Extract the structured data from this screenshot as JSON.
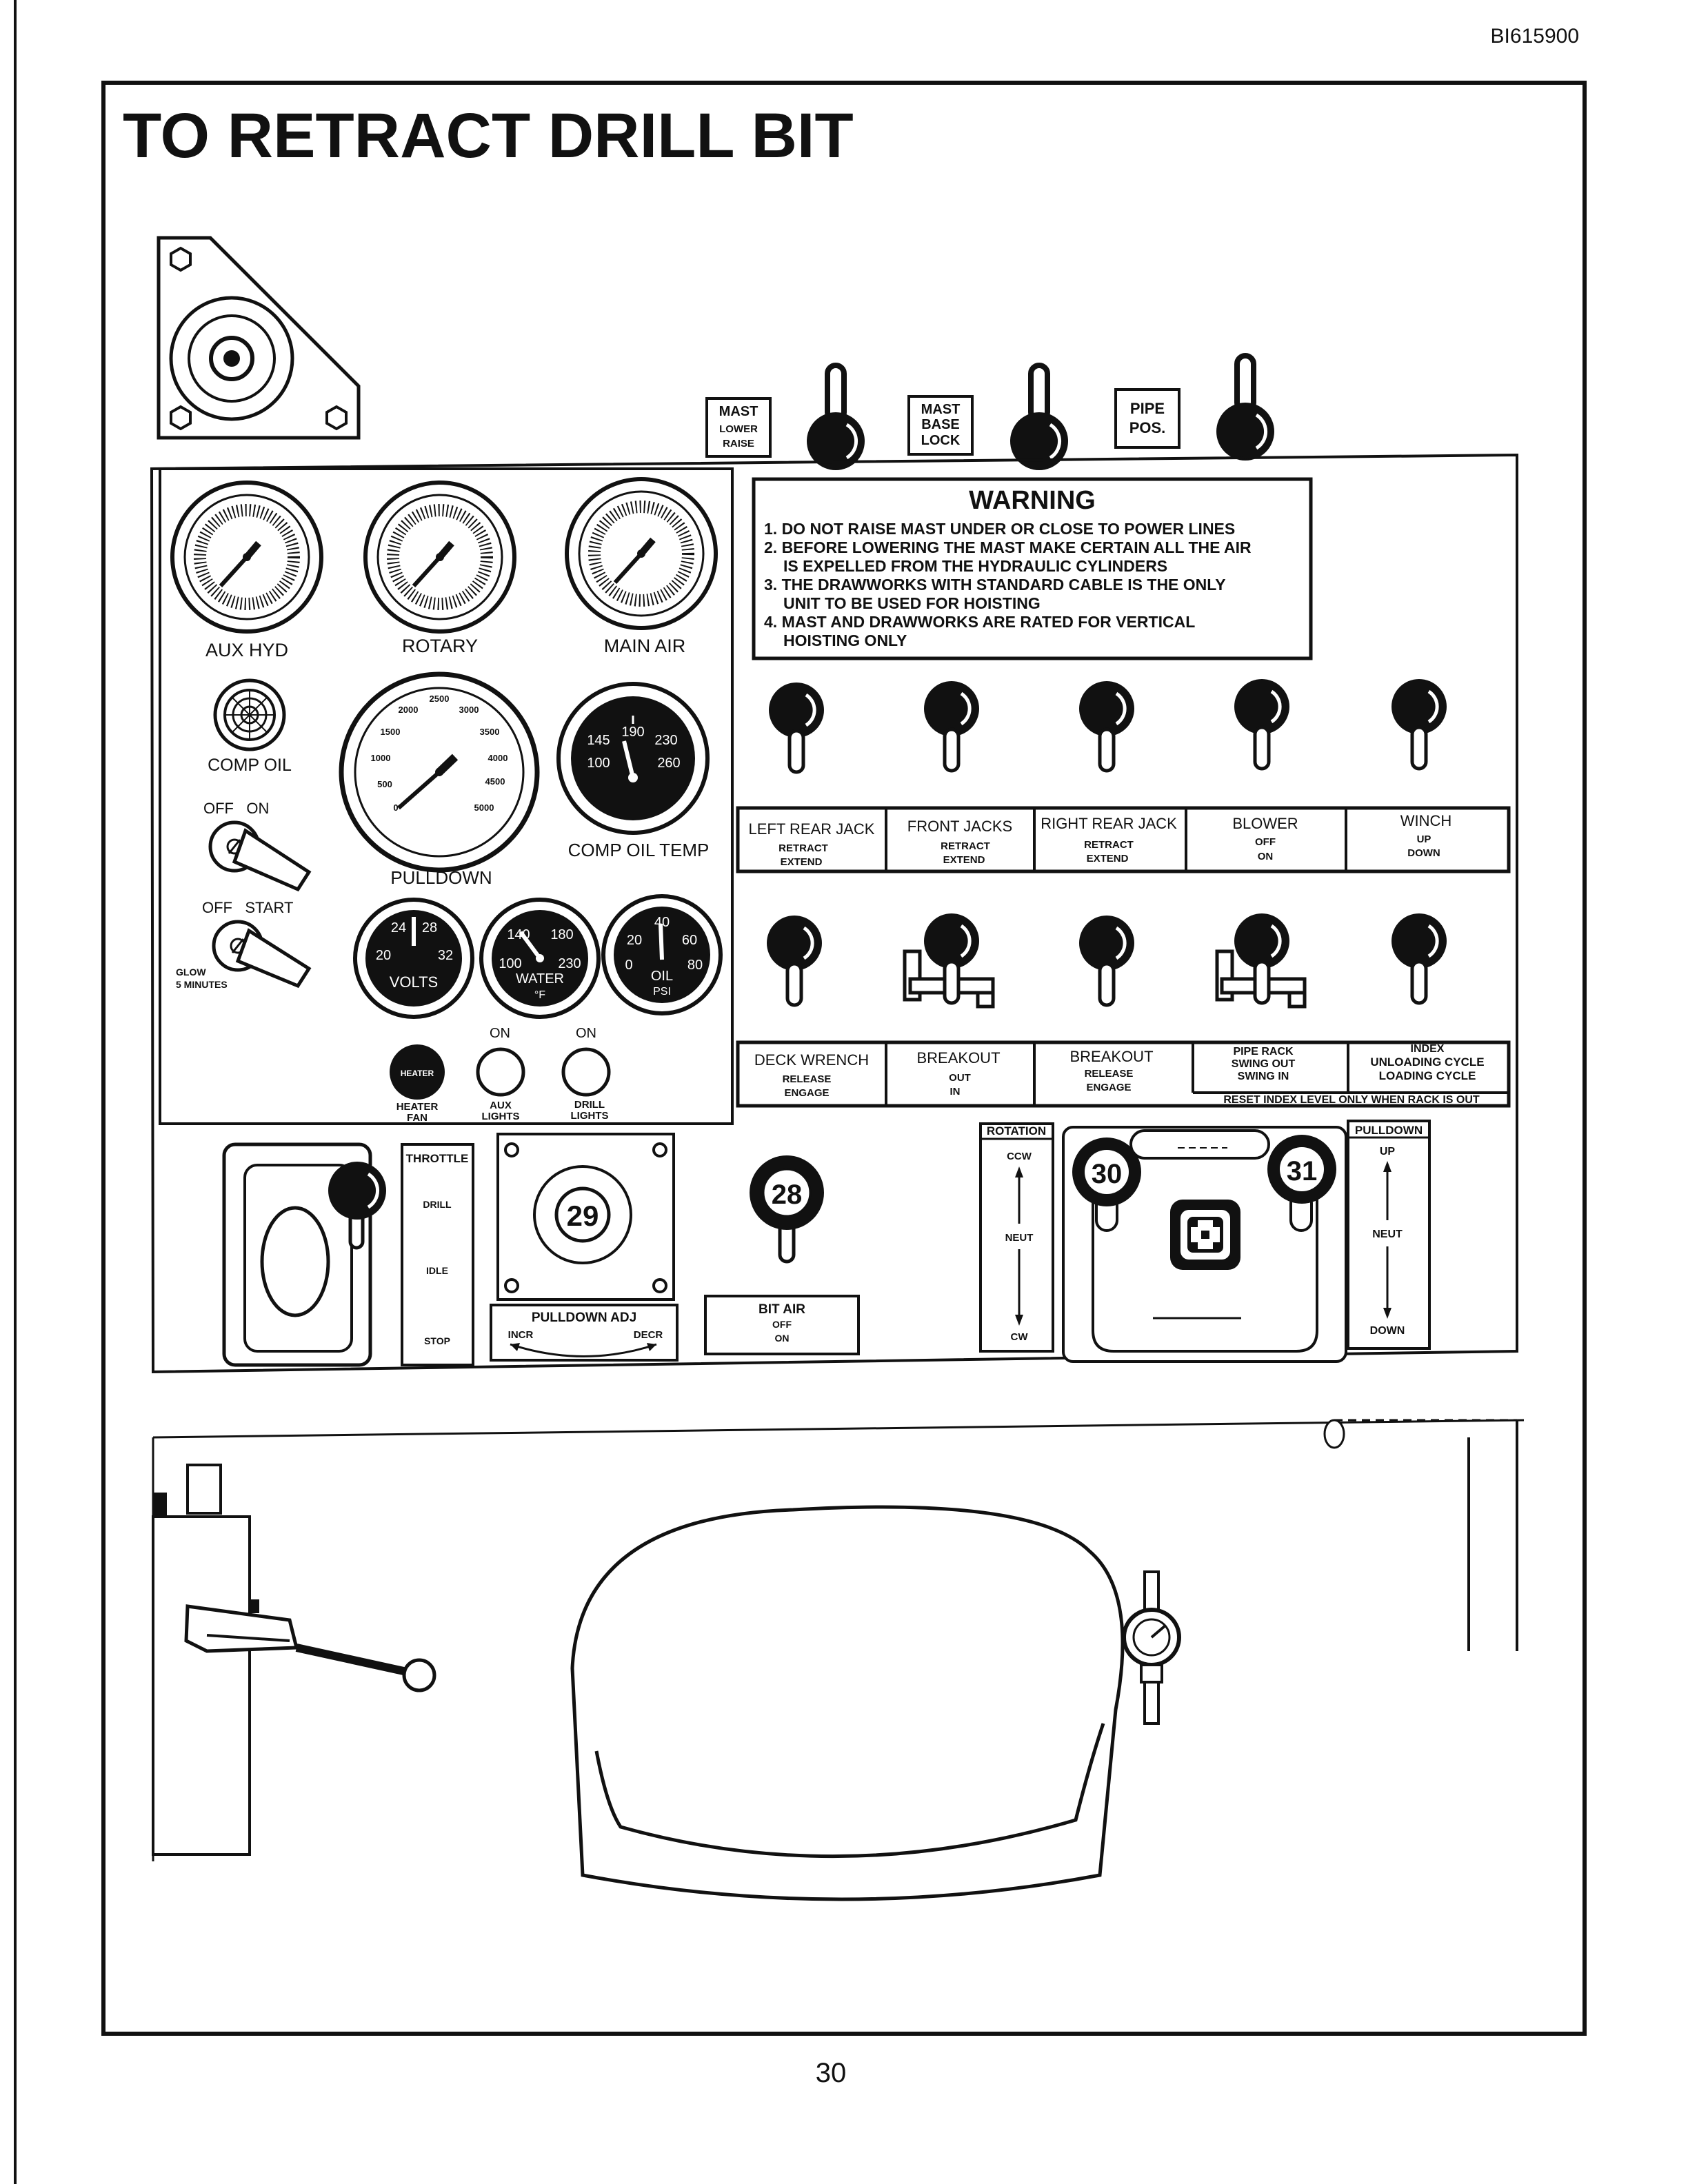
{
  "doc_id": "BI615900",
  "title": "TO RETRACT DRILL BIT",
  "page_number": "30",
  "top_levers": [
    {
      "lines": [
        "MAST",
        "LOWER",
        "RAISE"
      ]
    },
    {
      "lines": [
        "MAST",
        "BASE",
        "LOCK"
      ]
    },
    {
      "lines": [
        "PIPE",
        "POS."
      ]
    }
  ],
  "gauges": {
    "aux_hyd": "AUX HYD",
    "rotary": "ROTARY",
    "main_air": "MAIN AIR",
    "comp_oil": "COMP OIL",
    "pulldown": "PULLDOWN",
    "pulldown_ticks": [
      "2500",
      "2000",
      "3000",
      "1500",
      "3500",
      "1000",
      "4000",
      "500",
      "4500",
      "0",
      "5000"
    ],
    "comp_oil_temp": "COMP OIL TEMP",
    "comp_oil_temp_ticks": [
      "145",
      "190",
      "230",
      "100",
      "260"
    ],
    "volts": "VOLTS",
    "volts_ticks": [
      "24",
      "28",
      "20",
      "32"
    ],
    "water": "WATER",
    "water_unit": "°F",
    "water_ticks": [
      "140",
      "180",
      "100",
      "230"
    ],
    "oil": "OIL",
    "oil_unit": "PSI",
    "oil_ticks": [
      "40",
      "20",
      "60",
      "0",
      "80"
    ]
  },
  "switches": {
    "off_on": "OFF   ON",
    "off_start": "OFF   START",
    "glow": [
      "GLOW",
      "5 MINUTES"
    ]
  },
  "buttons": {
    "heater": "HEATER",
    "heater_fan": [
      "HEATER",
      "FAN"
    ],
    "on_1": "ON",
    "on_2": "ON",
    "aux_lights": [
      "AUX",
      "LIGHTS"
    ],
    "drill_lights": [
      "DRILL",
      "LIGHTS"
    ]
  },
  "warning": {
    "title": "WARNING",
    "lines": [
      "1. DO NOT RAISE MAST UNDER OR CLOSE TO POWER LINES",
      "2. BEFORE LOWERING THE MAST MAKE CERTAIN ALL THE AIR",
      "IS EXPELLED FROM THE HYDRAULIC CYLINDERS",
      "3. THE DRAWWORKS WITH STANDARD CABLE IS THE ONLY",
      "UNIT TO BE USED  FOR HOISTING",
      "4. MAST AND DRAWWORKS ARE RATED FOR VERTICAL",
      "HOISTING ONLY"
    ]
  },
  "lever_row1": [
    {
      "title": "LEFT REAR JACK",
      "sub": [
        "RETRACT",
        "EXTEND"
      ]
    },
    {
      "title": "FRONT JACKS",
      "sub": [
        "RETRACT",
        "EXTEND"
      ]
    },
    {
      "title": "RIGHT REAR JACK",
      "sub": [
        "RETRACT",
        "EXTEND"
      ]
    },
    {
      "title": "BLOWER",
      "sub": [
        "OFF",
        "ON"
      ]
    },
    {
      "title": "WINCH",
      "sub": [
        "UP",
        "DOWN"
      ]
    }
  ],
  "lever_row2": [
    {
      "title": "DECK WRENCH",
      "sub": [
        "RELEASE",
        "ENGAGE"
      ]
    },
    {
      "title": "BREAKOUT",
      "sub": [
        "OUT",
        "IN"
      ]
    },
    {
      "title": "BREAKOUT",
      "sub": [
        "RELEASE",
        "ENGAGE"
      ]
    },
    {
      "title": "PIPE RACK",
      "sub": [
        "SWING OUT",
        "SWING IN"
      ]
    },
    {
      "title": "INDEX",
      "sub": [
        "UNLOADING CYCLE",
        "LOADING CYCLE"
      ]
    }
  ],
  "reset_note": "RESET INDEX LEVEL ONLY WHEN RACK IS OUT",
  "throttle": {
    "title": "THROTTLE",
    "positions": [
      "DRILL",
      "IDLE",
      "STOP"
    ]
  },
  "pulldown_adj": {
    "title": "PULLDOWN ADJ",
    "left": "INCR",
    "right": "DECR",
    "callout": "29"
  },
  "bit_air": {
    "title": "BIT AIR",
    "sub": [
      "OFF",
      "ON"
    ],
    "callout": "28"
  },
  "rotation": {
    "title": "ROTATION",
    "labels": [
      "CCW",
      "NEUT",
      "CW"
    ]
  },
  "pulldown_lever": {
    "title": "PULLDOWN",
    "labels": [
      "UP",
      "NEUT",
      "DOWN"
    ]
  },
  "callout_30": "30",
  "callout_31": "31"
}
